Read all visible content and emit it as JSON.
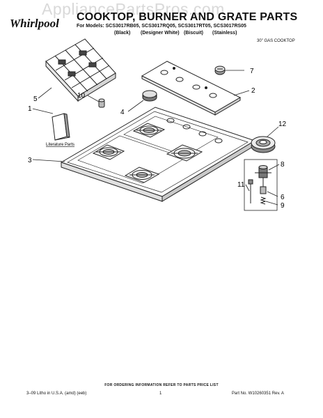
{
  "watermark": "AppliancePartsPros.com",
  "header": {
    "brand": "Whirlpool",
    "title": "COOKTOP, BURNER AND GRATE PARTS",
    "models": "For Models: SCS3017RB05, SCS3017RQ05, SCS3017RT05, SCS3017RS05",
    "variants": [
      "(Black)",
      "(Designer White)",
      "(Biscuit)",
      "(Stainless)"
    ],
    "subtitle": "30\" GAS COOKTOP"
  },
  "callouts": [
    "1",
    "2",
    "3",
    "4",
    "5",
    "6",
    "7",
    "8",
    "9",
    "10",
    "11",
    "12"
  ],
  "literature_label": "Literature Parts",
  "footer": {
    "center": "FOR ORDERING INFORMATION REFER TO PARTS PRICE LIST",
    "left": "3–09 Litho in U.S.A. (amd) (eeb)",
    "page": "1",
    "part_no": "Part No. W10260351 Rev. A"
  }
}
